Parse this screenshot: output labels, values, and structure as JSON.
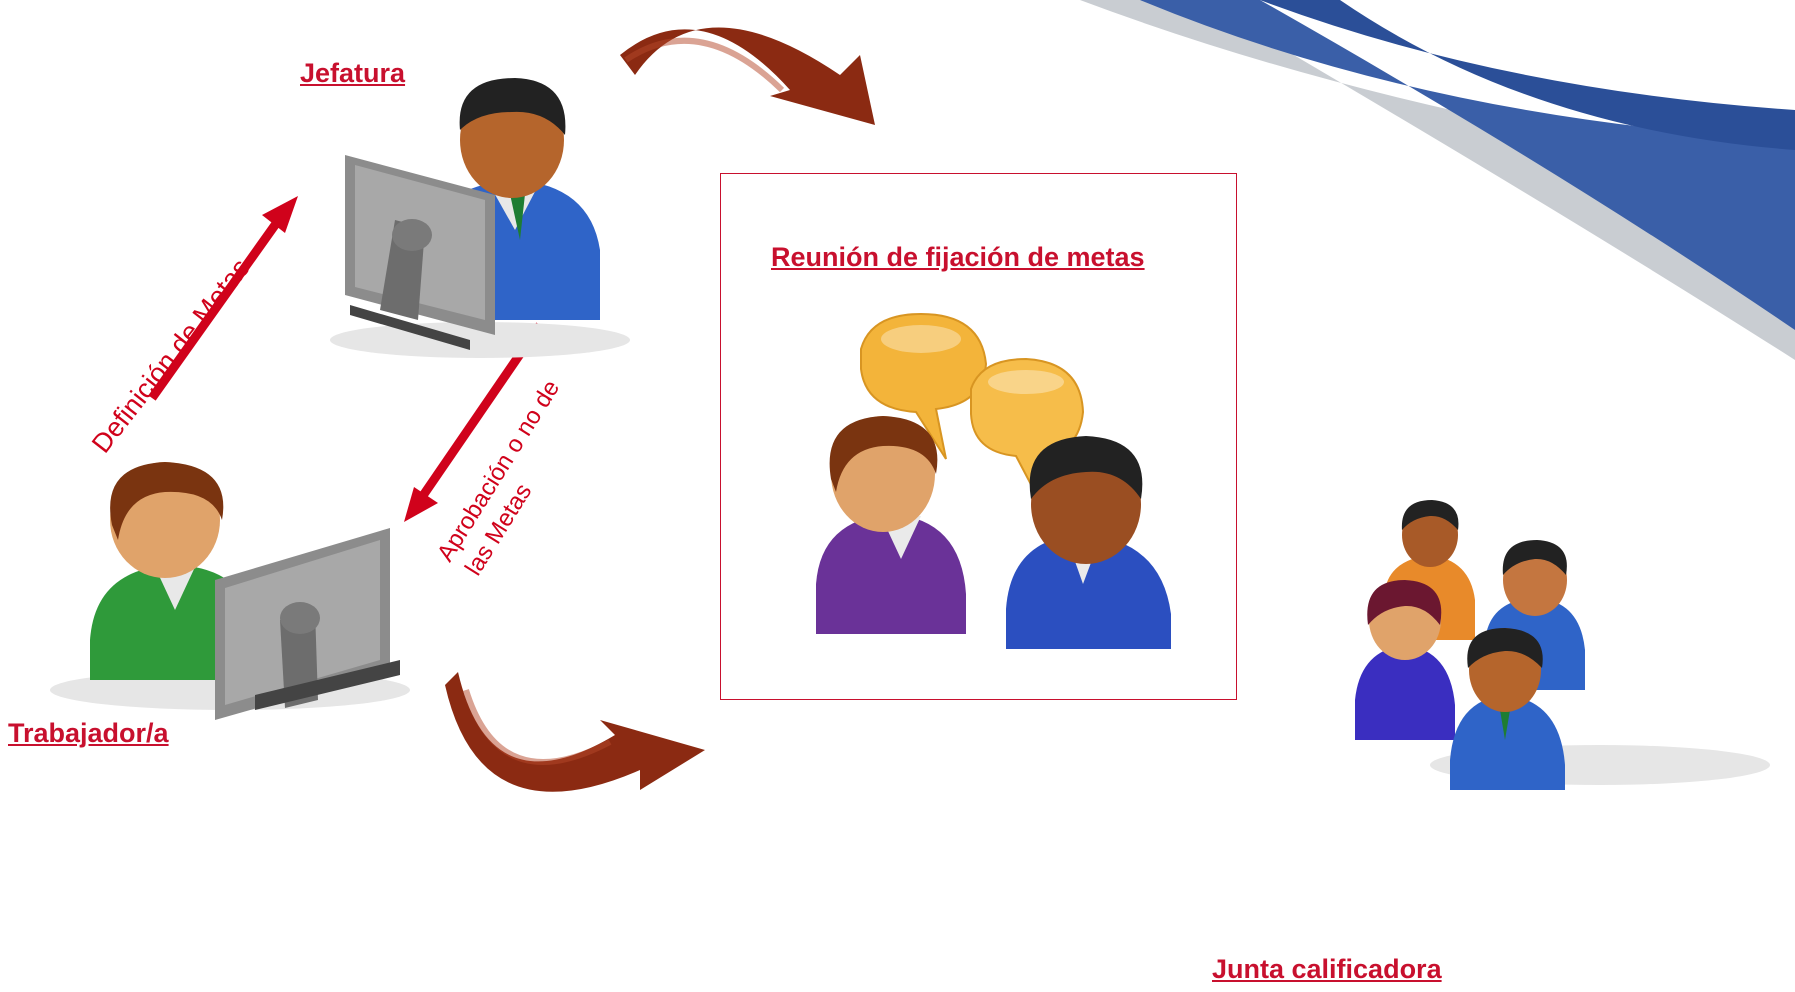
{
  "labels": {
    "jefatura": "Jefatura",
    "trabajador": "Trabajador/a",
    "reunion": "Reunión de fijación de metas",
    "junta": "Junta calificadora"
  },
  "arrows": {
    "definicion": "Definición de Metas",
    "aprobacion_line1": "Aprobación o no de",
    "aprobacion_line2": "las Metas"
  },
  "colors": {
    "label_red": "#c8102e",
    "arrow_red": "#d0021b",
    "curved_arrow": "#8b2a12",
    "swoosh_blue": "#2f5ba6",
    "swoosh_gray": "#c9cdd2"
  },
  "icons": [
    "jefatura-at-computer-icon",
    "worker-at-computer-icon",
    "meeting-speech-bubbles-icon",
    "board-group-icon"
  ]
}
